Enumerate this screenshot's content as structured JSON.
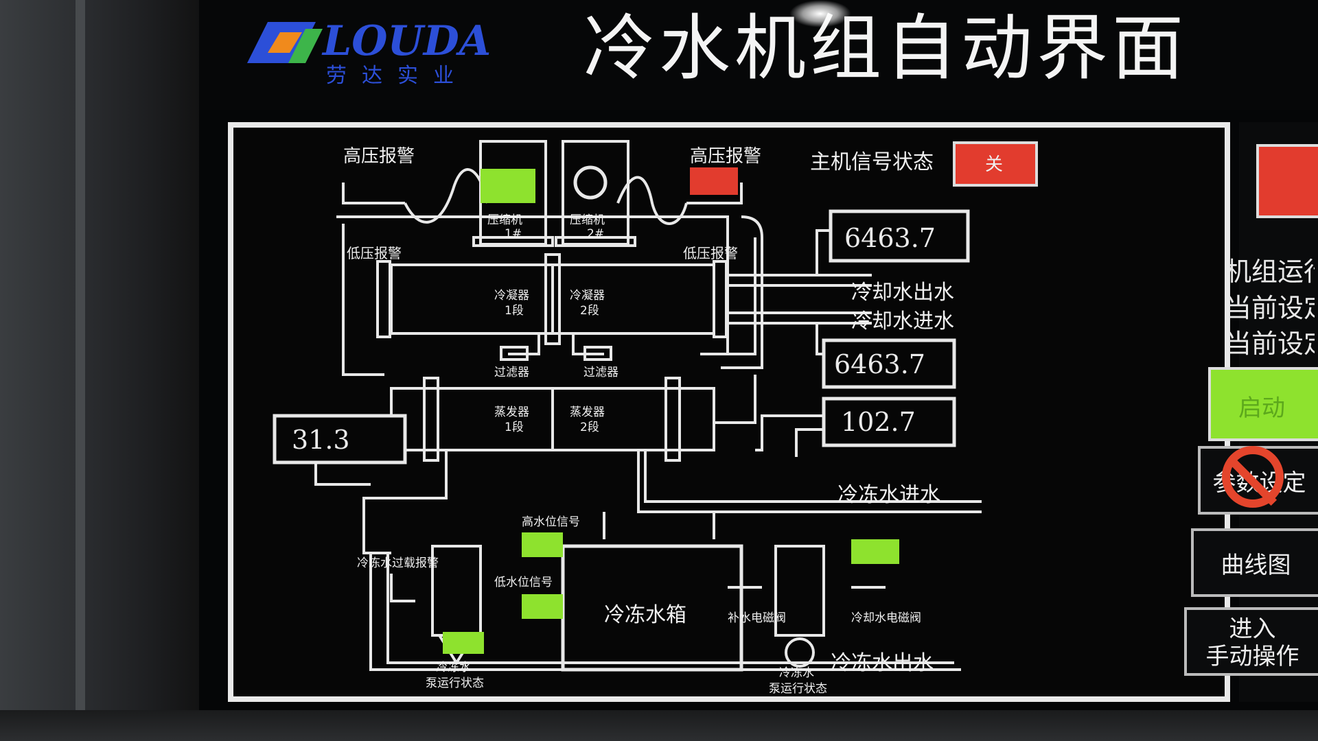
{
  "header": {
    "logo_text": "LOUDA",
    "logo_subtext": "劳达实业",
    "title": "冷水机组自动界面"
  },
  "diagram": {
    "high_pressure_alarm_1": "高压报警",
    "high_pressure_alarm_2": "高压报警",
    "low_pressure_alarm_1": "低压报警",
    "low_pressure_alarm_2": "低压报警",
    "compressor_1": "压缩机",
    "compressor_1_num": "1#",
    "compressor_2": "压缩机",
    "compressor_2_num": "2#",
    "condenser_1": "冷凝器",
    "condenser_1_stage": "1段",
    "condenser_2": "冷凝器",
    "condenser_2_stage": "2段",
    "filter_1": "过滤器",
    "filter_2": "过滤器",
    "evaporator_1": "蒸发器",
    "evaporator_1_stage": "1段",
    "evaporator_2": "蒸发器",
    "evaporator_2_stage": "2段",
    "host_signal_status_label": "主机信号状态",
    "host_signal_status_value": "关",
    "cooling_water_out": "冷却水出水",
    "cooling_water_in": "冷却水进水",
    "chilled_water_in": "冷冻水进水",
    "chilled_water_out": "冷冻水出水",
    "high_level_signal": "高水位信号",
    "low_level_signal": "低水位信号",
    "chilled_water_tank": "冷冻水箱",
    "chilled_water_pump_overload": "冷冻水过载报警",
    "make_up_water_valve_1": "补水电磁阀",
    "make_up_water_valve_2": "冷却水电磁阀",
    "pump_left_label": "冷冻水",
    "pump_left_sub": "泵运行状态",
    "pump_right_label": "冷冻水",
    "pump_right_sub": "泵运行状态",
    "value_condenser_out": "6463.7",
    "value_condenser_in": "6463.7",
    "value_chilled_in": "102.7",
    "value_evaporator": "31.3"
  },
  "right_panel": {
    "unit_running": "机组运行",
    "current_set_1": "当前设定",
    "current_set_2": "当前设定",
    "start_label": "启动",
    "param_setting": "参数设定",
    "curve_chart": "曲线图",
    "manual_line1": "进入",
    "manual_line2": "手动操作"
  },
  "colors": {
    "indicator_green": "#8ee22e",
    "indicator_red": "#e23c2e",
    "line_white": "#e8e8e8",
    "background": "#050607",
    "logo_blue": "#2c4fd8",
    "logo_orange": "#f08a1c",
    "logo_green": "#3db54a"
  }
}
